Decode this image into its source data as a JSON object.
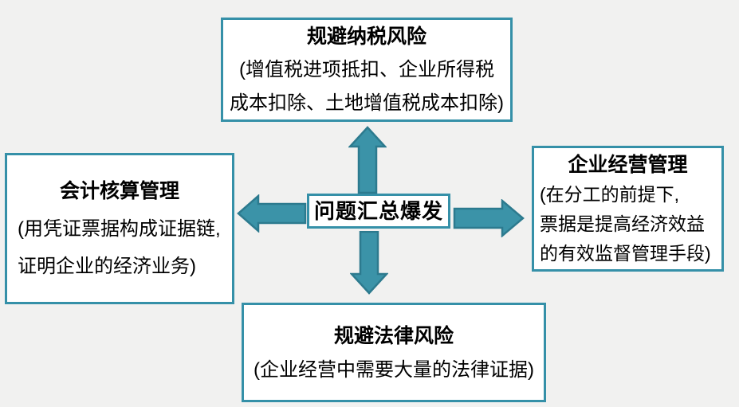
{
  "colors": {
    "background": "#F1F1F0",
    "box_background": "#FFFFFF",
    "box_border": "#3590A8",
    "arrow_fill": "#3B93A8",
    "arrow_outline": "#2C7A8E",
    "text": "#000000"
  },
  "center": {
    "label": "问题汇总爆发"
  },
  "nodes": {
    "top": {
      "title": "规避纳税风险",
      "lines": [
        "(增值税进项抵扣、企业所得税",
        "成本扣除、土地增值税成本扣除)"
      ]
    },
    "left": {
      "title": "会计核算管理",
      "lines": [
        "(用凭证票据构成证据链,",
        "证明企业的经济业务)"
      ]
    },
    "right": {
      "title": "企业经营管理",
      "lines": [
        "(在分工的前提下,",
        "票据是提高经济效益",
        "的有效监督管理手段)"
      ]
    },
    "bottom": {
      "title": "规避法律风险",
      "lines": [
        "(企业经营中需要大量的法律证据)"
      ]
    }
  },
  "icons": {
    "up": "block-arrow-up",
    "down": "block-arrow-down",
    "left": "block-arrow-left",
    "right": "block-arrow-right"
  }
}
